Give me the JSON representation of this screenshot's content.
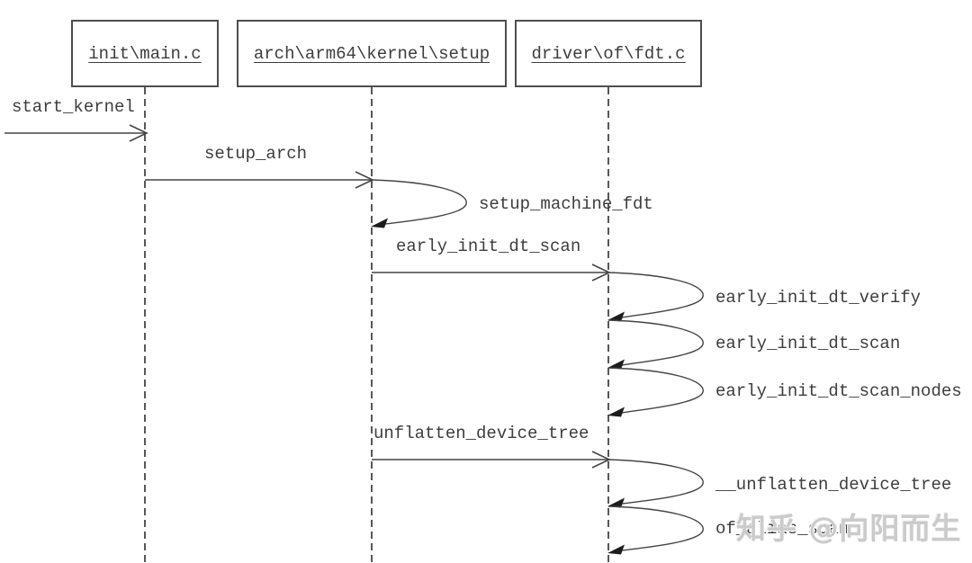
{
  "diagram_type": "sequence-diagram",
  "colors": {
    "background": "#ffffff",
    "line": "#454545",
    "text": "#3d3d3d",
    "watermark": "#c7c7c7"
  },
  "actors": [
    {
      "label": "init\\main.c"
    },
    {
      "label": "arch\\arm64\\kernel\\setup"
    },
    {
      "label": "driver\\of\\fdt.c"
    }
  ],
  "messages": {
    "start_kernel": "start_kernel",
    "setup_arch": "setup_arch",
    "setup_machine_fdt": "setup_machine_fdt",
    "early_init_dt_scan_call": "early_init_dt_scan",
    "early_init_dt_verify": "early_init_dt_verify",
    "early_init_dt_scan_self": "early_init_dt_scan",
    "early_init_dt_scan_nodes": "early_init_dt_scan_nodes",
    "unflatten_device_tree": "unflatten_device_tree",
    "uu_unflatten_device_tree": "__unflatten_device_tree",
    "of_alias_scan": "of_alias_scan"
  },
  "watermark": "知乎 @向阳而生"
}
